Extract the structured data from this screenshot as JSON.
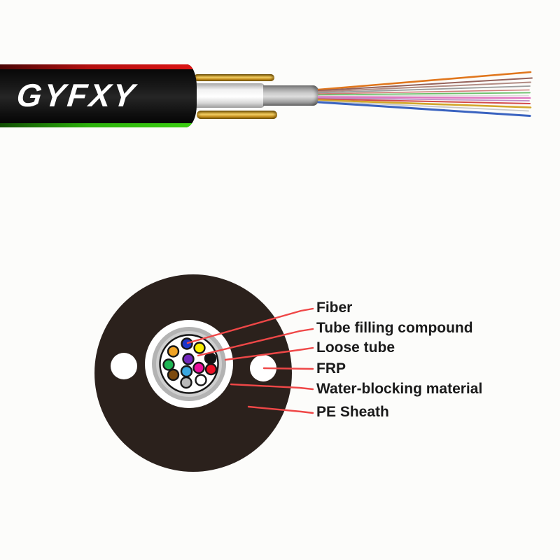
{
  "page": {
    "background_color": "#fcfcfa"
  },
  "cable_photo": {
    "brand_text": "GYFXY",
    "jacket_color": "#111111",
    "stripe_top_color": "#d01212",
    "stripe_bottom_color": "#34c30e",
    "strength_rod_color": "#d9a62e",
    "inner_tube_color": "#f2f2f2",
    "tube_sleeve_color": "#bcbcbc",
    "fan_fibers": [
      {
        "name": "orange",
        "color": "#e0761c"
      },
      {
        "name": "brown",
        "color": "#95625a"
      },
      {
        "name": "rosybrown",
        "color": "#b28c84"
      },
      {
        "name": "slate-gray",
        "color": "#9c9c9c"
      },
      {
        "name": "salmon",
        "color": "#d07c78"
      },
      {
        "name": "green",
        "color": "#6abf6a"
      },
      {
        "name": "white",
        "color": "#dcdcdc"
      },
      {
        "name": "pink",
        "color": "#e279c2"
      },
      {
        "name": "violet",
        "color": "#bf8cc4"
      },
      {
        "name": "red",
        "color": "#d34b4b"
      },
      {
        "name": "yellow",
        "color": "#d2a62a"
      },
      {
        "name": "silver",
        "color": "#c9c9c9"
      },
      {
        "name": "blue",
        "color": "#3a63c0"
      }
    ]
  },
  "cross_section": {
    "sheath_color": "#2b211c",
    "frp_hole_color": "#ffffff",
    "water_blocking_color": "#ffffff",
    "loose_tube_color": "#b3b3b3",
    "loose_tube_inner_color": "#cfcfcf",
    "filling_color": "#ffffff",
    "outline_color": "#161616",
    "leader_line_color": "#ef4747",
    "fibers": [
      {
        "name": "blue",
        "color": "#1b35c8"
      },
      {
        "name": "yellow",
        "color": "#f6ed00"
      },
      {
        "name": "orange",
        "color": "#f0a325"
      },
      {
        "name": "violet",
        "color": "#7229bc"
      },
      {
        "name": "black",
        "color": "#141414"
      },
      {
        "name": "green",
        "color": "#1eb554"
      },
      {
        "name": "aqua",
        "color": "#3aa7e0"
      },
      {
        "name": "rose",
        "color": "#ea0f9c"
      },
      {
        "name": "red",
        "color": "#ea1126"
      },
      {
        "name": "brown",
        "color": "#7c4a0e"
      },
      {
        "name": "slate",
        "color": "#b9b9b9"
      },
      {
        "name": "white",
        "color": "#ffffff"
      }
    ],
    "labels": [
      {
        "text": "Fiber"
      },
      {
        "text": "Tube filling compound"
      },
      {
        "text": "Loose tube"
      },
      {
        "text": "FRP"
      },
      {
        "text": "Water-blocking material"
      },
      {
        "text": "PE Sheath"
      }
    ]
  }
}
